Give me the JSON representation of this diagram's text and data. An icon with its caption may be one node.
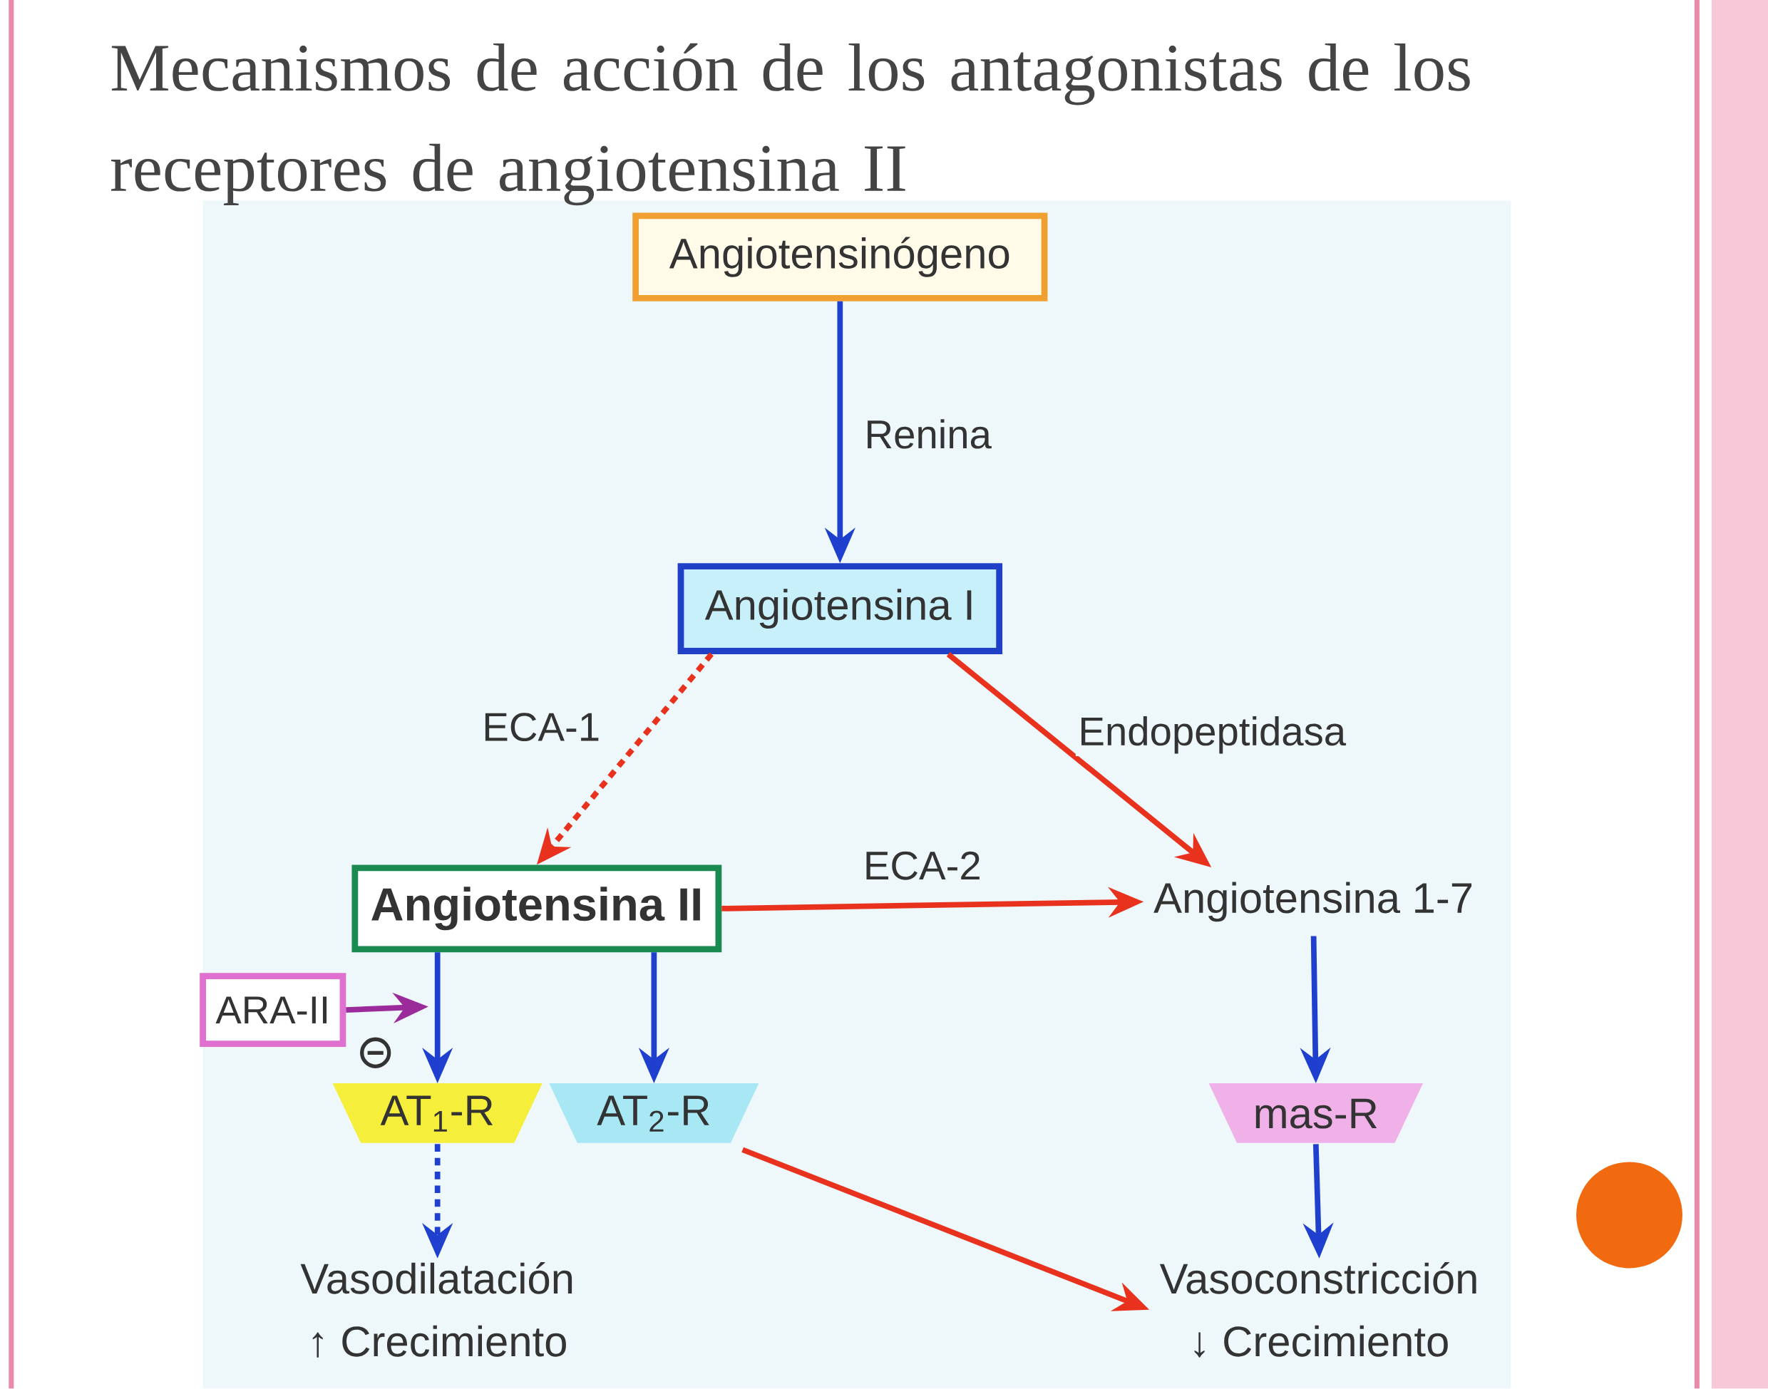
{
  "diagram": {
    "title": "Mecanismos de acción de los antagonistas de los receptores de angiotensina II",
    "nodes": [
      {
        "text": [
          "Angiotensinógeno"
        ]
      },
      {
        "text": [
          "Angiotensina I"
        ]
      },
      {
        "text": [
          "Angiotensina II"
        ]
      },
      {
        "text": [
          "Angiotensina 1-7"
        ]
      },
      {
        "text": [
          "ARA-II"
        ]
      },
      {
        "text": [
          "AT$_{1}$-R"
        ]
      },
      {
        "text": [
          "AT$_{2}$-R"
        ]
      },
      {
        "text": [
          "mas-R"
        ]
      },
      {
        "text": [
          "Vasodilatación",
          "↑ Crecimiento"
        ]
      },
      {
        "text": [
          "Vasoconstricción",
          "↓ Crecimiento"
        ]
      }
    ],
    "edges": [
      {
        "from": 0,
        "to": 1,
        "arrow": "to",
        "label": "Renina"
      },
      {
        "from": 1,
        "to": 2,
        "arrow": "to",
        "label": "ECA-1",
        "style": "dashed",
        "color": "#e8321e"
      },
      {
        "from": 1,
        "to": 3,
        "arrow": "to",
        "label": "Endopeptidasa",
        "color": "#e8321e"
      },
      {
        "from": 2,
        "to": 3,
        "arrow": "to",
        "label": "ECA-2",
        "color": "#e8321e"
      },
      {
        "from": 2,
        "to": 5,
        "arrow": "to"
      },
      {
        "from": 2,
        "to": 6,
        "arrow": "to"
      },
      {
        "from": 4,
        "to": null,
        "arrow": "to",
        "color": "#9b2a9b"
      },
      {
        "from": 3,
        "to": 7,
        "arrow": "to"
      },
      {
        "from": 5,
        "to": 8,
        "arrow": "to",
        "style": "dashed"
      },
      {
        "from": 6,
        "to": 9,
        "arrow": "to",
        "color": "#e8321e"
      },
      {
        "from": 7,
        "to": 9,
        "arrow": "to"
      }
    ]
  }
}
